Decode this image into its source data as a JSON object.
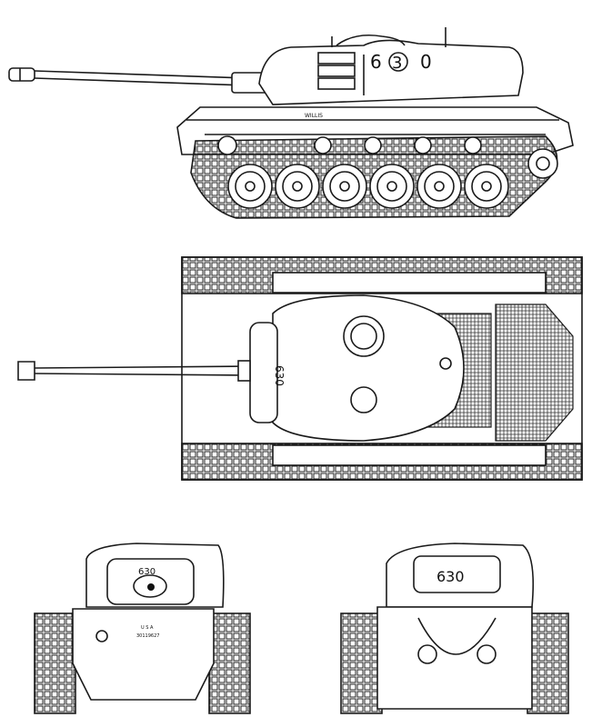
{
  "drawing": {
    "views": [
      {
        "id": "side",
        "markings": {
          "number": "630",
          "digits": [
            "6",
            "3",
            "0"
          ],
          "name": "WILLIS"
        }
      },
      {
        "id": "top",
        "markings": {
          "number": "630"
        }
      },
      {
        "id": "front",
        "markings": {
          "number": "630",
          "country": "U S A",
          "registration": "30119627"
        }
      },
      {
        "id": "rear",
        "markings": {
          "number": "630"
        }
      }
    ],
    "colors": {
      "ink": "#1a1a1a",
      "paper": "#ffffff"
    }
  }
}
